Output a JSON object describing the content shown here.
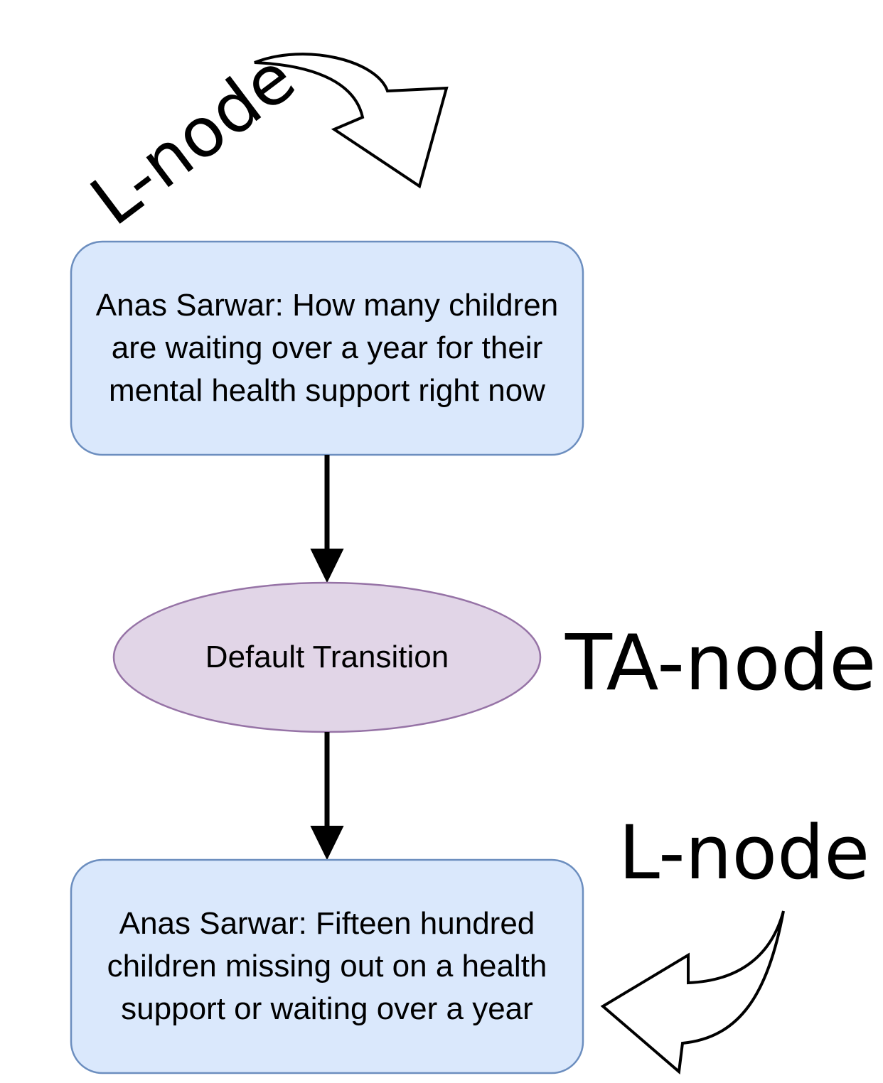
{
  "diagram": {
    "nodes": [
      {
        "id": "locution-1",
        "shape": "rounded-rectangle",
        "text": "Anas Sarwar: How many children are waiting over a year for their mental health support right now",
        "fill": "#dae8fc",
        "stroke": "#6c8ebf"
      },
      {
        "id": "transition-1",
        "shape": "ellipse",
        "text": "Default Transition",
        "fill": "#e1d5e7",
        "stroke": "#9673a6"
      },
      {
        "id": "locution-2",
        "shape": "rounded-rectangle",
        "text": "Anas Sarwar: Fifteen hundred children missing out on a health support or waiting over a year",
        "fill": "#dae8fc",
        "stroke": "#6c8ebf"
      }
    ],
    "edges": [
      {
        "from": "locution-1",
        "to": "transition-1"
      },
      {
        "from": "transition-1",
        "to": "locution-2"
      }
    ]
  },
  "annotations": {
    "top_label": "L-node",
    "middle_label": "TA-node",
    "bottom_label": "L-node"
  },
  "colors": {
    "locution_fill": "#dae8fc",
    "locution_stroke": "#6c8ebf",
    "transition_fill": "#e1d5e7",
    "transition_stroke": "#9673a6",
    "edge": "#000000"
  }
}
